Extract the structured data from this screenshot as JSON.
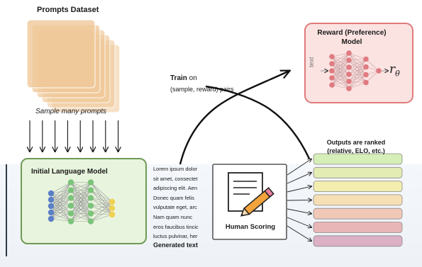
{
  "dataset": {
    "title": "Prompts Dataset"
  },
  "sampling": {
    "label": "Sample many prompts"
  },
  "language_model": {
    "title": "Initial Language Model"
  },
  "training": {
    "bold_word": "Train",
    "rest": " on",
    "pairs": "(sample, reward) pairs"
  },
  "reward_model": {
    "title": "Reward (Preference) Model",
    "input_label": "text",
    "output_symbol": "r",
    "output_subscript": "θ"
  },
  "generated": {
    "lines": [
      "Lorem ipsum dolor",
      "sit amet, consectet",
      "adipiscing elit. Aen",
      "Donec quam felis",
      "vulputate eget, arc",
      "Nam quam nunc",
      "eros faucibus tincic",
      "luctus pulvinar, her"
    ],
    "label": "Generated text"
  },
  "human_scoring": {
    "label": "Human Scoring"
  },
  "ranking": {
    "title": "Outputs are ranked (relative, ELO, etc.)",
    "bar_colors": [
      "#d6eeb7",
      "#e3ecb3",
      "#f3edb0",
      "#f6dfb4",
      "#f1c8b8",
      "#e9b6b8",
      "#dcb0c5"
    ]
  },
  "colors": {
    "prompt_card": "#f0c99a",
    "lm_box": "#e8f4dd",
    "lm_border": "#6f9a55",
    "lm_nodes": "#7bc47a",
    "lm_input_nodes": "#5b7fc7",
    "lm_output_nodes": "#f0d050",
    "reward_box": "#fbe3e2",
    "reward_border": "#e07a7a",
    "reward_nodes": "#e07a80"
  }
}
